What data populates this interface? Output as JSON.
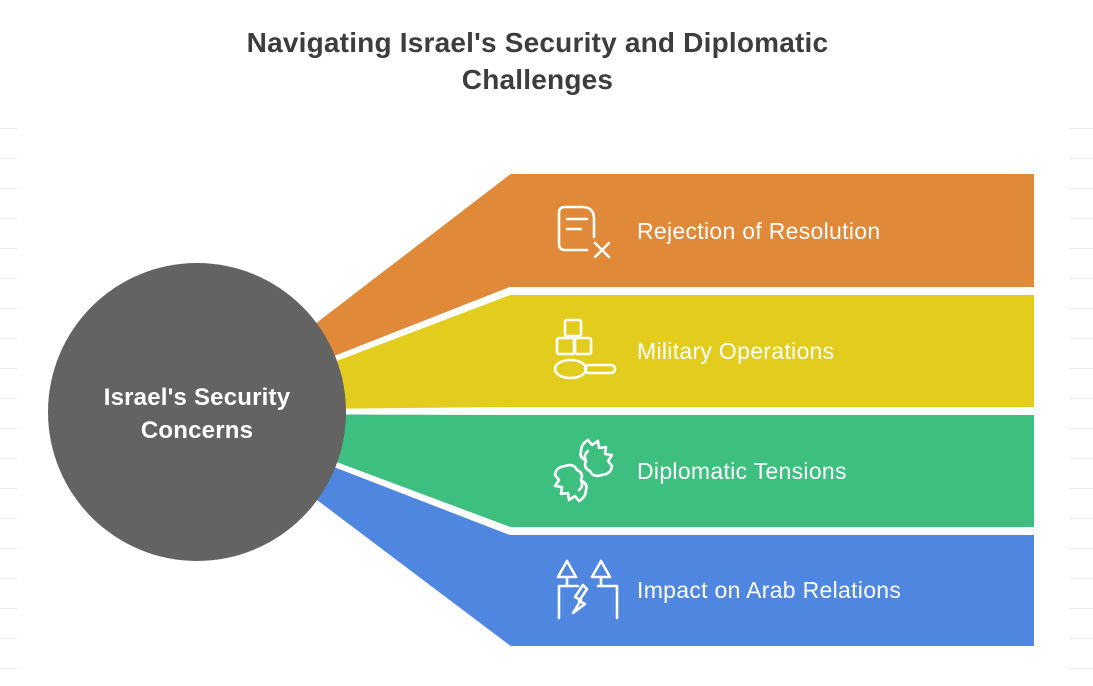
{
  "title": {
    "line1": "Navigating Israel's Security and Diplomatic",
    "line2": "Challenges"
  },
  "center": {
    "line1": "Israel's Security",
    "line2": "Concerns",
    "color": "#636363",
    "text_color": "#ffffff"
  },
  "items": [
    {
      "label": "Rejection of Resolution",
      "icon": "document-x-icon",
      "color": "#e08938"
    },
    {
      "label": "Military Operations",
      "icon": "sugar-cubes-spoon-icon",
      "color": "#e2cd1e"
    },
    {
      "label": "Diplomatic Tensions",
      "icon": "clashing-hands-icon",
      "color": "#3cbf7f"
    },
    {
      "label": "Impact on Arab Relations",
      "icon": "broken-bond-icon",
      "color": "#4f86e0"
    }
  ],
  "background": {
    "canvas_color": "#ffffff",
    "guide_line_color": "#ececec"
  }
}
